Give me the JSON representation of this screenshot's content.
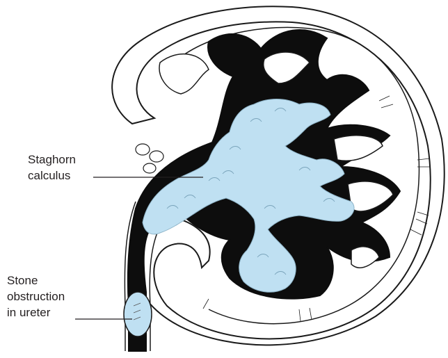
{
  "labels": {
    "staghorn": [
      "Staghorn",
      "calculus"
    ],
    "stone": [
      "Stone",
      "obstruction",
      "in ureter"
    ]
  },
  "colors": {
    "stone_fill": "#bfe0f2",
    "outline": "#1a1a1a",
    "cavity": "#0d0d0d"
  }
}
